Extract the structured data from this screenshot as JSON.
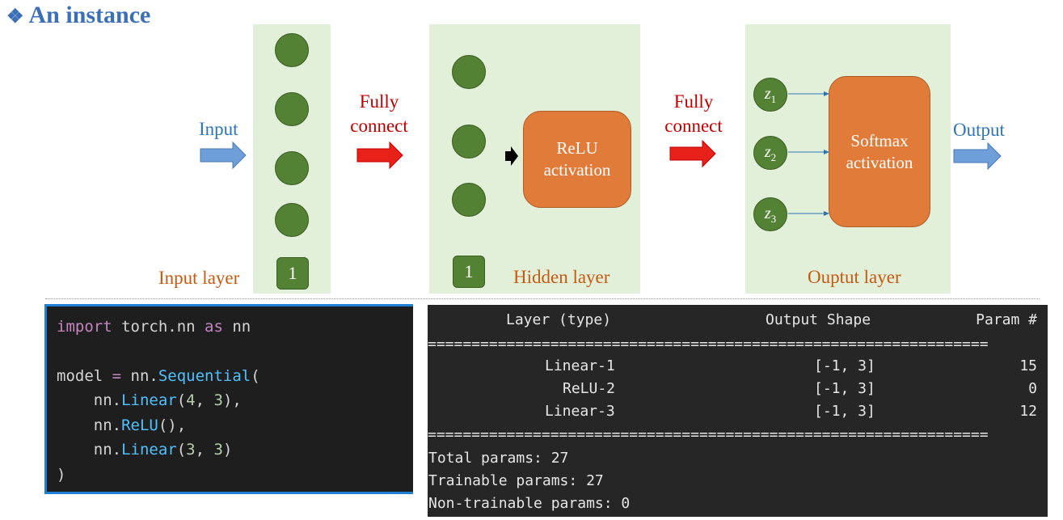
{
  "title": "An instance",
  "diagram": {
    "labels": {
      "input": "Input",
      "fully_connect_1_line1": "Fully",
      "fully_connect_1_line2": "connect",
      "fully_connect_2_line1": "Fully",
      "fully_connect_2_line2": "connect",
      "output": "Output",
      "input_layer": "Input layer",
      "hidden_layer": "Hidden layer",
      "output_layer": "Ouptut layer",
      "bias_input": "1",
      "bias_hidden": "1",
      "relu_line1": "ReLU",
      "relu_line2": "activation",
      "softmax_line1": "Softmax",
      "softmax_line2": "activation"
    },
    "output_nodes": [
      {
        "var": "z",
        "sub": "1"
      },
      {
        "var": "z",
        "sub": "2"
      },
      {
        "var": "z",
        "sub": "3"
      }
    ],
    "colors": {
      "panel": "#e2efd9",
      "node": "#548235",
      "activation": "#e07b39",
      "red_arrow": "#e8211b",
      "blue_arrow": "#6f9fd8"
    }
  },
  "code": {
    "lines": [
      [
        {
          "t": "import",
          "c": "kw"
        },
        {
          "t": " torch.nn "
        },
        {
          "t": "as",
          "c": "kw"
        },
        {
          "t": " nn"
        }
      ],
      [],
      [
        {
          "t": "model "
        },
        {
          "t": "=",
          "c": "kw"
        },
        {
          "t": " nn."
        },
        {
          "t": "Sequential",
          "c": "fn"
        },
        {
          "t": "("
        }
      ],
      [
        {
          "t": "    nn."
        },
        {
          "t": "Linear",
          "c": "fn"
        },
        {
          "t": "("
        },
        {
          "t": "4",
          "c": "num"
        },
        {
          "t": ", "
        },
        {
          "t": "3",
          "c": "num"
        },
        {
          "t": "),"
        }
      ],
      [
        {
          "t": "    nn."
        },
        {
          "t": "ReLU",
          "c": "fn"
        },
        {
          "t": "(),"
        }
      ],
      [
        {
          "t": "    nn."
        },
        {
          "t": "Linear",
          "c": "fn"
        },
        {
          "t": "("
        },
        {
          "t": "3",
          "c": "num"
        },
        {
          "t": ", "
        },
        {
          "t": "3",
          "c": "num"
        },
        {
          "t": ")"
        }
      ],
      [
        {
          "t": ")"
        }
      ]
    ]
  },
  "summary": {
    "headers": {
      "layer": "Layer (type)",
      "shape": "Output Shape",
      "params": "Param #"
    },
    "rows": [
      {
        "layer": "Linear-1",
        "shape": "[-1, 3]",
        "params": "15"
      },
      {
        "layer": "ReLU-2",
        "shape": "[-1, 3]",
        "params": "0"
      },
      {
        "layer": "Linear-3",
        "shape": "[-1, 3]",
        "params": "12"
      }
    ],
    "separator": "================================================================",
    "total": "Total params: 27",
    "trainable": "Trainable params: 27",
    "non_trainable": "Non-trainable params: 0"
  }
}
